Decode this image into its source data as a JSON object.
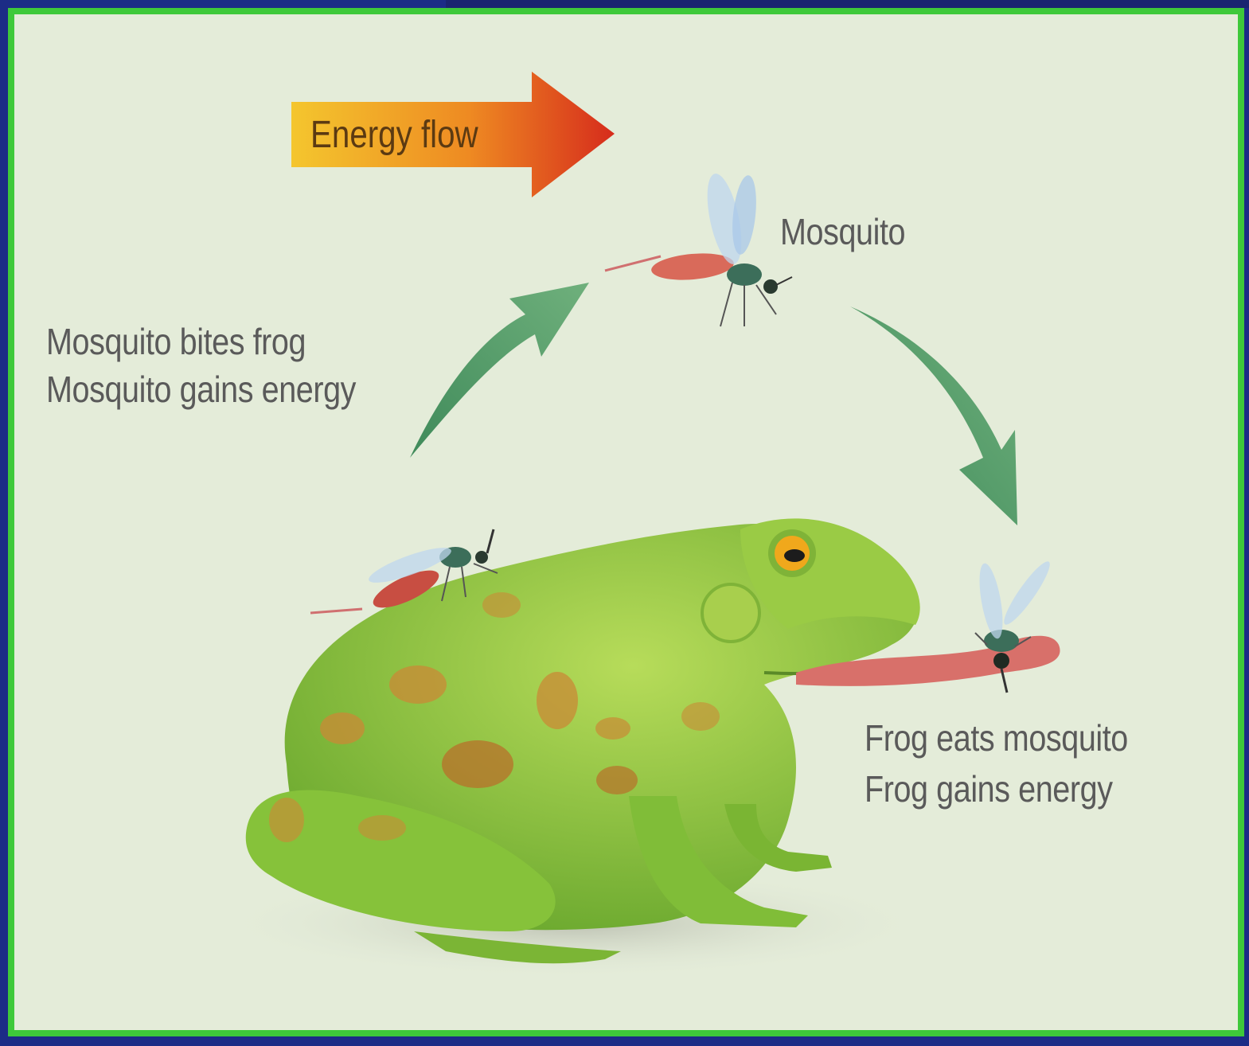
{
  "energy_arrow": {
    "label": "Energy flow"
  },
  "labels": {
    "mosquito": "Mosquito",
    "bite_line1": "Mosquito bites frog",
    "bite_line2": "Mosquito gains energy",
    "eat_line1": "Frog eats mosquito",
    "eat_line2": "Frog gains energy"
  },
  "colors": {
    "border": "#3ec93a",
    "background": "#e4ecd9",
    "frog": "#8cc63f",
    "cycle_arrow": "#4f9a6a",
    "energy_arrow_start": "#f2c230",
    "energy_arrow_end": "#d8301c"
  }
}
